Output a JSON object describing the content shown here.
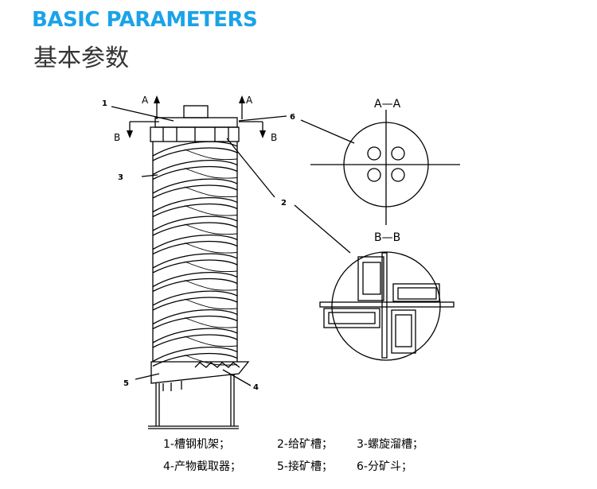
{
  "header": {
    "title_en": "BASIC PARAMETERS",
    "title_cn": "基本参数"
  },
  "diagram": {
    "callouts": [
      "1",
      "2",
      "3",
      "4",
      "5",
      "6"
    ],
    "section_marks": {
      "a": "A",
      "b": "B"
    },
    "section_titles": {
      "aa": "A—A",
      "bb": "B—B"
    },
    "legend": [
      "1-槽钢机架；",
      "2-给矿槽；",
      "3-螺旋溜槽；",
      "4-产物截取器；",
      "5-接矿槽；",
      "6-分矿斗；"
    ]
  },
  "colors": {
    "title_accent": "#1aa3e8",
    "ink": "#000000"
  }
}
